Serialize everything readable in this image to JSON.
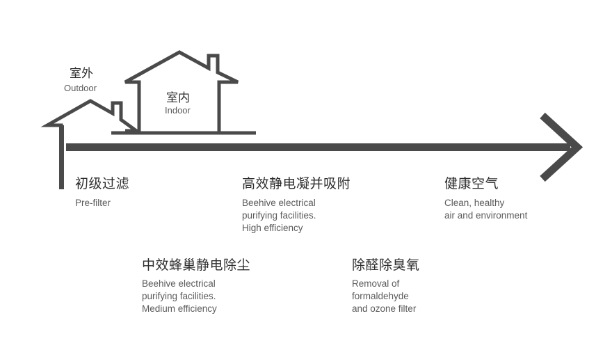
{
  "houses": {
    "outdoor": {
      "zh": "室外",
      "en": "Outdoor"
    },
    "indoor": {
      "zh": "室内",
      "en": "Indoor"
    }
  },
  "stages": [
    {
      "zh": "初级过滤",
      "en_lines": [
        "Pre-filter"
      ]
    },
    {
      "zh": "中效蜂巢静电除尘",
      "en_lines": [
        "Beehive electrical",
        "purifying facilities.",
        "Medium efficiency"
      ]
    },
    {
      "zh": "高效静电凝并吸附",
      "en_lines": [
        "Beehive electrical",
        "purifying facilities.",
        "High efficiency"
      ]
    },
    {
      "zh": "除醛除臭氧",
      "en_lines": [
        "Removal of",
        "formaldehyde",
        "and ozone filter"
      ]
    },
    {
      "zh": "健康空气",
      "en_lines": [
        "Clean, healthy",
        "air and environment"
      ]
    }
  ],
  "colors": {
    "line": "#4a4a4a",
    "text_zh": "#2e2e2e",
    "text_en": "#5a5a5a"
  }
}
